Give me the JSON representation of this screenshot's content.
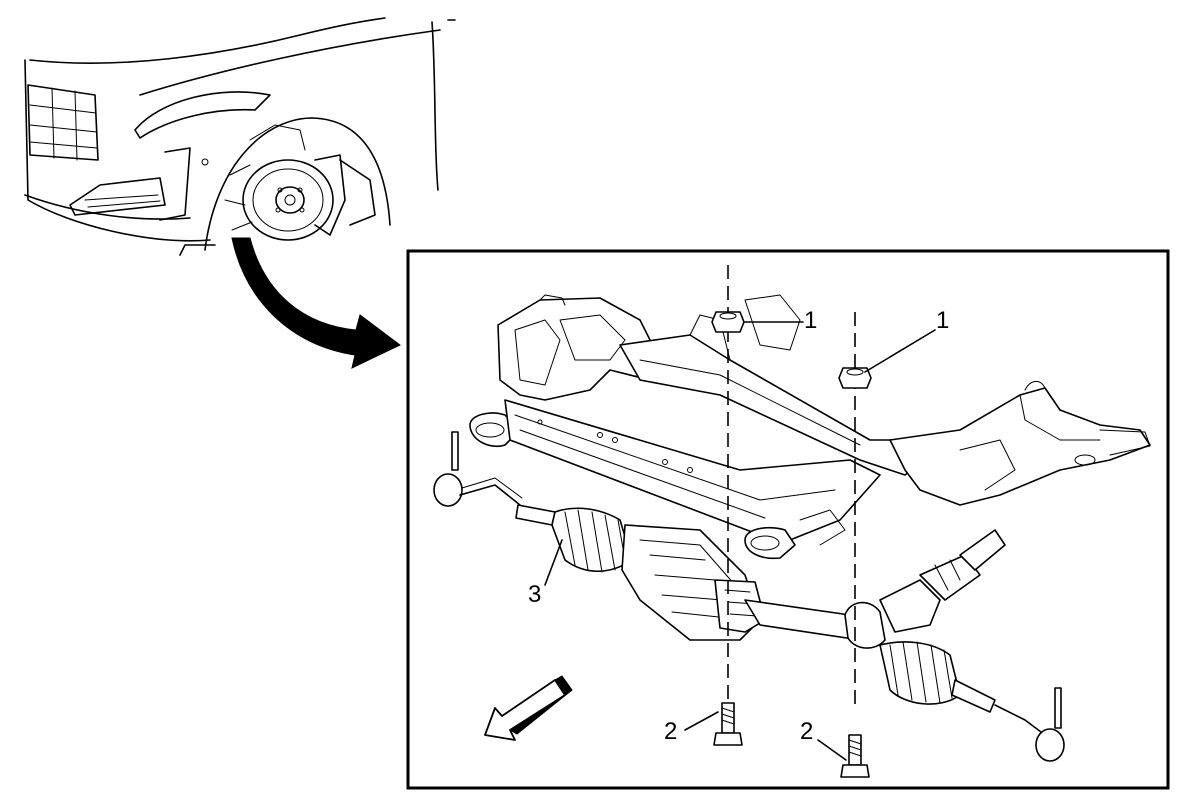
{
  "callouts": {
    "nut_left": "1",
    "nut_right": "1",
    "bolt_left": "2",
    "bolt_right": "2",
    "steering_gear": "3"
  },
  "icons": {
    "detail_arrow": "curved-arrow-icon",
    "forward_arrow": "front-direction-arrow-icon"
  },
  "colors": {
    "line": "#000000",
    "background": "#ffffff"
  }
}
